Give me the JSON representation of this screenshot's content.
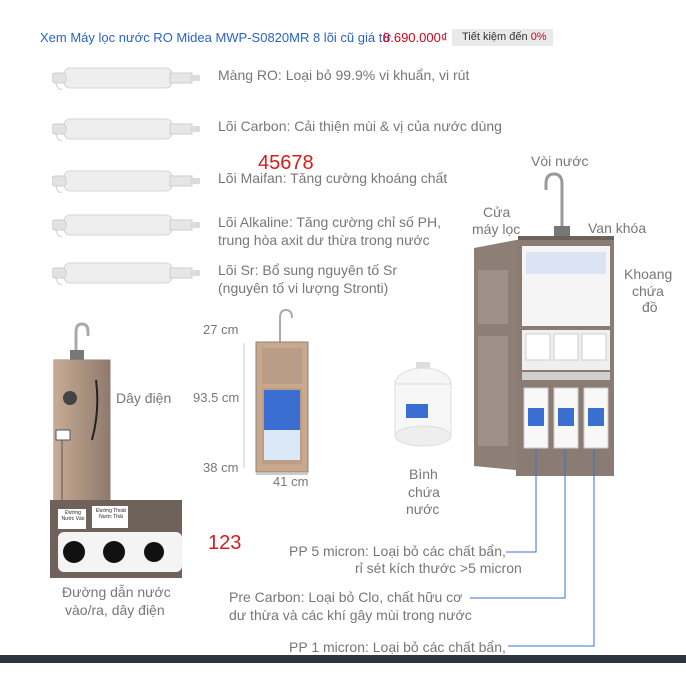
{
  "header": {
    "link_text": "Xem Máy lọc nước RO Midea MWP-S0820MR 8 lõi cũ giá từ",
    "price": "8.690.000₫",
    "saving_label": "Tiết kiệm đến",
    "saving_value": "0%"
  },
  "filters": [
    {
      "line1": "Màng RO: Loại bỏ 99.9% vi khuẩn, vi rút",
      "line2": ""
    },
    {
      "line1": "Lõi Carbon: Cải thiện mùi & vị của nước dùng",
      "line2": ""
    },
    {
      "line1": "Lõi Maifan: Tăng cường khoáng chất",
      "line2": ""
    },
    {
      "line1": "Lõi Alkaline: Tăng cường chỉ số PH,",
      "line2": "trung hòa axit dư thừa trong nước"
    },
    {
      "line1": "Lõi Sr: Bổ sung nguyên tố Sr",
      "line2": "(nguyên tố vi lượng Stronti)"
    }
  ],
  "overlay_numbers": {
    "a": "45678",
    "b": "123"
  },
  "back_view": {
    "power_cord": "Dây điện",
    "port_labels": [
      "Đường Nước Vào",
      "Đường Thoát Nước Thải"
    ],
    "caption_line1": "Đường dẫn nước",
    "caption_line2": "vào/ra, dây điện"
  },
  "dimensions": {
    "top": "27 cm",
    "height": "93.5 cm",
    "bottom": "38 cm",
    "width": "41 cm"
  },
  "tank": {
    "line1": "Bình",
    "line2": "chứa",
    "line3": "nước"
  },
  "cabinet": {
    "faucet": "Vòi nước",
    "door_line1": "Cửa",
    "door_line2": "máy lọc",
    "valve": "Van khóa",
    "storage_line1": "Khoang",
    "storage_line2": "chứa",
    "storage_line3": "đồ"
  },
  "pre_filters": [
    {
      "line1": "PP 5 micron: Loại bỏ các chất bẩn,",
      "line2": "rỉ sét kích thước >5 micron"
    },
    {
      "line1": "Pre Carbon: Loại bỏ Clo, chất hữu cơ",
      "line2": "dư thừa và các khí gây mùi trong nước"
    },
    {
      "line1": "PP 1 micron: Loại bỏ các chất bẩn,",
      "line2": ""
    }
  ],
  "colors": {
    "link": "#2a63c8",
    "price": "#d0021b",
    "overlay_red": "#d71c1c",
    "leader_line": "#3a6fd1",
    "cabinet": "#8e7f76"
  }
}
